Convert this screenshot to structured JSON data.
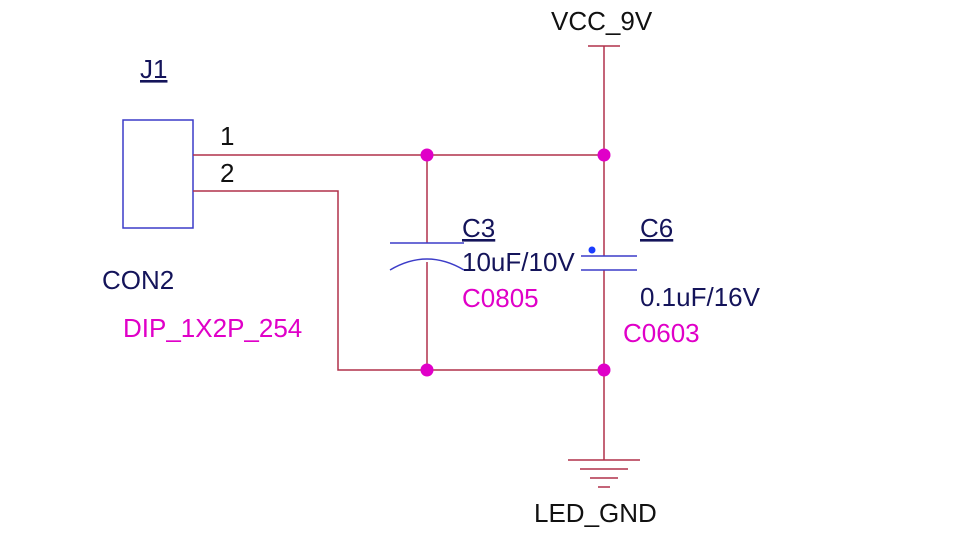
{
  "colors": {
    "wire": "#b0304a",
    "junction": "#e000c8",
    "component": "#3c3cc8",
    "label_dark": "#14145a",
    "label_magenta": "#e000c8",
    "label_black": "#111111",
    "pin1_marker": "#1a3cff"
  },
  "power": {
    "vcc_label": "VCC_9V",
    "gnd_label": "LED_GND"
  },
  "connector": {
    "ref": "J1",
    "value": "CON2",
    "footprint": "DIP_1X2P_254",
    "pins": [
      "1",
      "2"
    ]
  },
  "capacitors": [
    {
      "ref": "C3",
      "value": "10uF/10V",
      "footprint": "C0805",
      "type": "polarized"
    },
    {
      "ref": "C6",
      "value": "0.1uF/16V",
      "footprint": "C0603",
      "type": "ceramic"
    }
  ]
}
